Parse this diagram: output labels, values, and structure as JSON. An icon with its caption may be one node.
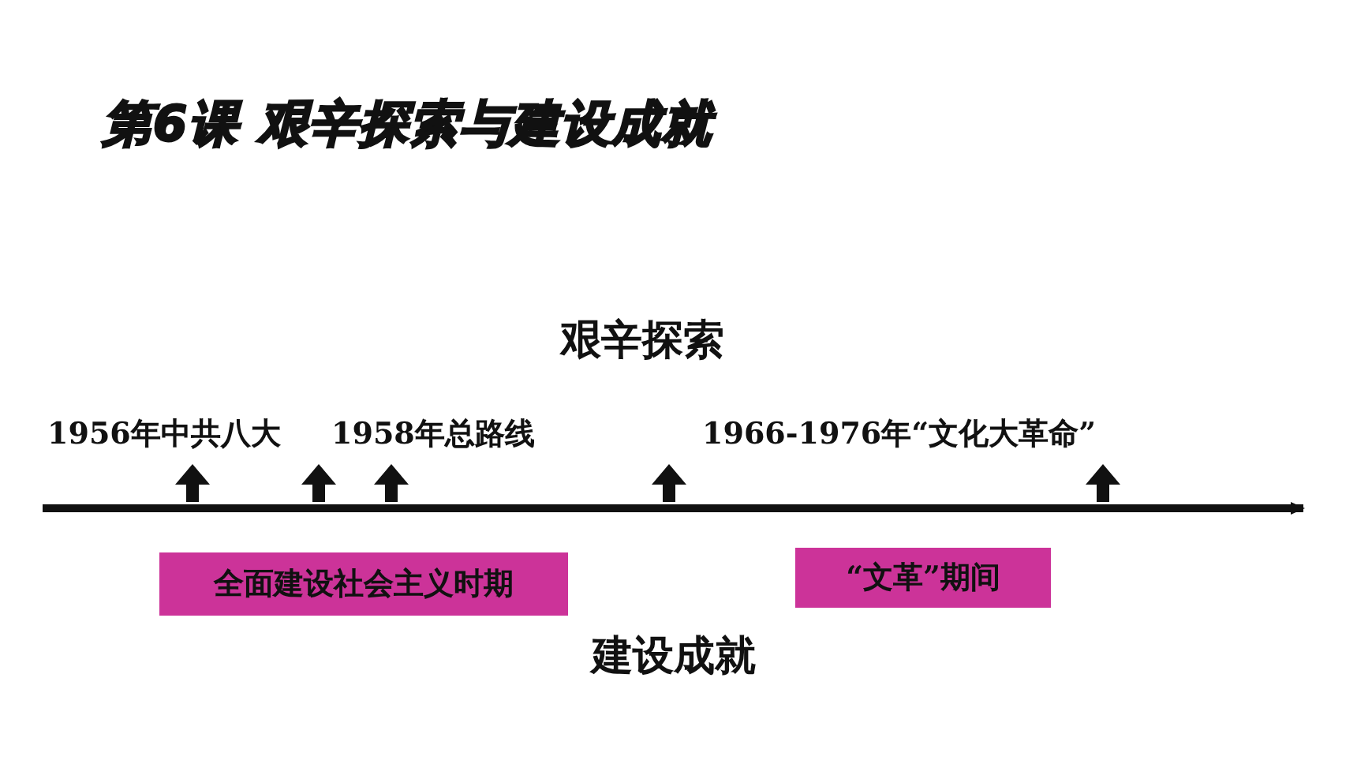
{
  "diagram": {
    "title": "第6课 艰辛探索与建设成就",
    "nodes": [
      {
        "text": [
          "全面建设社会主义时期"
        ]
      },
      {
        "text": [
          "“文革”期间"
        ]
      }
    ],
    "labels": [
      "艰辛探索",
      "1956年中共八大",
      "1958年总路线",
      "1966-1976年“文化大革命”",
      "建设成就"
    ]
  }
}
